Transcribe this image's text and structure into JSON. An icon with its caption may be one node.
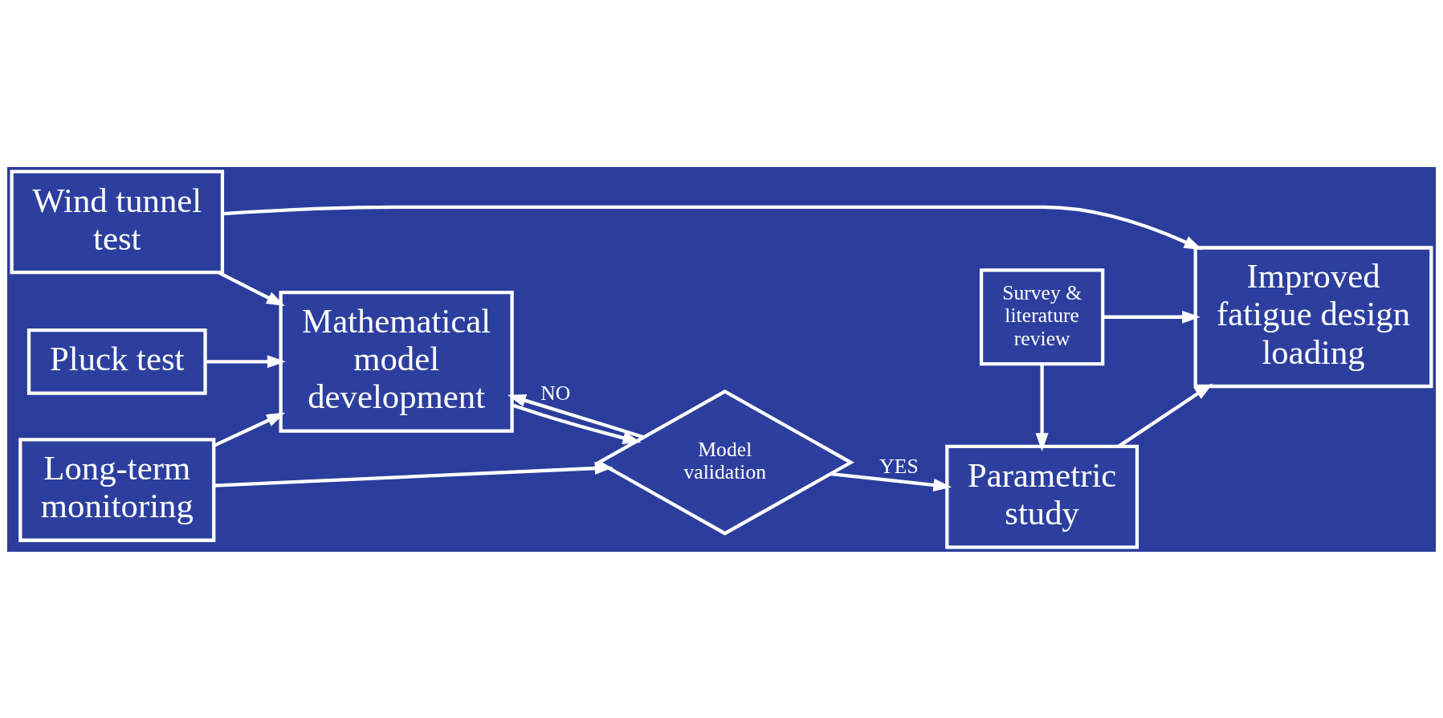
{
  "diagram": {
    "nodes": [
      {
        "text": [
          "Pluck test"
        ]
      },
      {
        "text": [
          "Mathematical model development"
        ]
      },
      {
        "text": [
          "Long-term monitoring"
        ]
      },
      {
        "text": [
          "Wind tunnel test"
        ]
      },
      {
        "text": [
          "Model validation"
        ]
      },
      {
        "text": [
          "Parametric study"
        ]
      },
      {
        "text": [
          "Survey & literature review"
        ]
      },
      {
        "text": [
          "Improved fatigue design loading"
        ]
      }
    ],
    "edges": [
      {
        "from": 0,
        "to": 1,
        "arrow": "to"
      },
      {
        "from": 2,
        "to": 1,
        "arrow": "to"
      },
      {
        "from": 2,
        "to": 4,
        "arrow": "to"
      },
      {
        "from": 3,
        "to": 1,
        "arrow": "to"
      },
      {
        "from": 3,
        "to": 7,
        "arrow": "to"
      },
      {
        "from": 1,
        "to": 4,
        "arrow": "to"
      },
      {
        "from": 4,
        "to": 1,
        "arrow": "to",
        "label": "NO"
      },
      {
        "from": 4,
        "to": 5,
        "arrow": "to",
        "label": "YES"
      },
      {
        "from": 5,
        "to": 7,
        "arrow": "to"
      },
      {
        "from": 6,
        "to": 5,
        "arrow": "to"
      },
      {
        "from": 6,
        "to": 7,
        "arrow": "to"
      }
    ]
  }
}
